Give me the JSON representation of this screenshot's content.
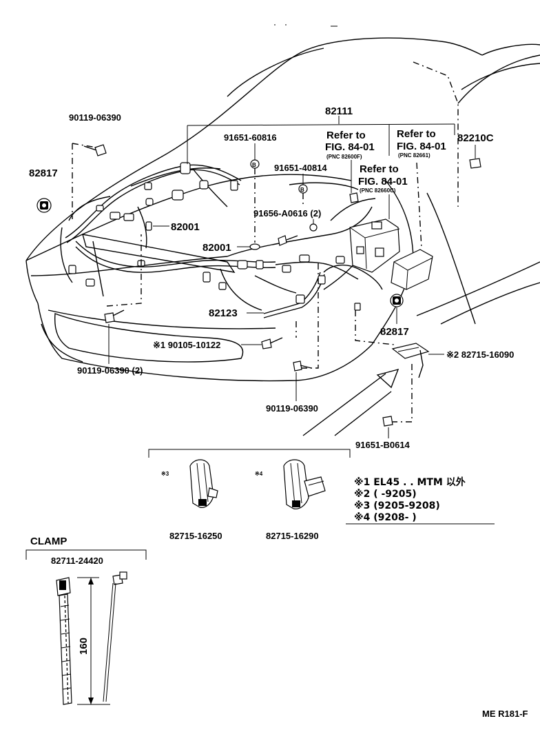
{
  "labels": {
    "p82111": "82111",
    "p90119_06390_top": "90119-06390",
    "p82817_left": "82817",
    "p91651_60816": "91651-60816",
    "refer1_a": "Refer to",
    "refer1_b": "FIG. 84-01",
    "refer1_c": "(PNC 82600F)",
    "refer2_a": "Refer to",
    "refer2_b": "FIG. 84-01",
    "refer2_c": "(PNC 82661)",
    "p82210c": "82210C",
    "p91651_40814": "91651-40814",
    "refer3_a": "Refer to",
    "refer3_b": "FIG. 84-01",
    "refer3_c": "(PNC 82660C)",
    "p91656_a0616": "91656-A0616 (2)",
    "p82001_a": "82001",
    "p82001_b": "82001",
    "p82123": "82123",
    "p82817_right": "82817",
    "p90105_10122": "※1 90105-10122",
    "p82715_16090": "※2 82715-16090",
    "p90119_06390_2": "90119-06390 (2)",
    "p90119_06390_bottom": "90119-06390",
    "p91651_b0614": "91651-B0614",
    "mark3": "※3",
    "mark4": "※4",
    "p82715_16250": "82715-16250",
    "p82715_16290": "82715-16290",
    "clamp_title": "CLAMP",
    "p82711_24420": "82711-24420",
    "dim_160": "160",
    "footer": "ME R181-F"
  },
  "notes": [
    "※1  EL45 . . MTM 以外",
    "※2  (          -9205)",
    "※3  (9205-9208)",
    "※4  (9208-          )"
  ]
}
